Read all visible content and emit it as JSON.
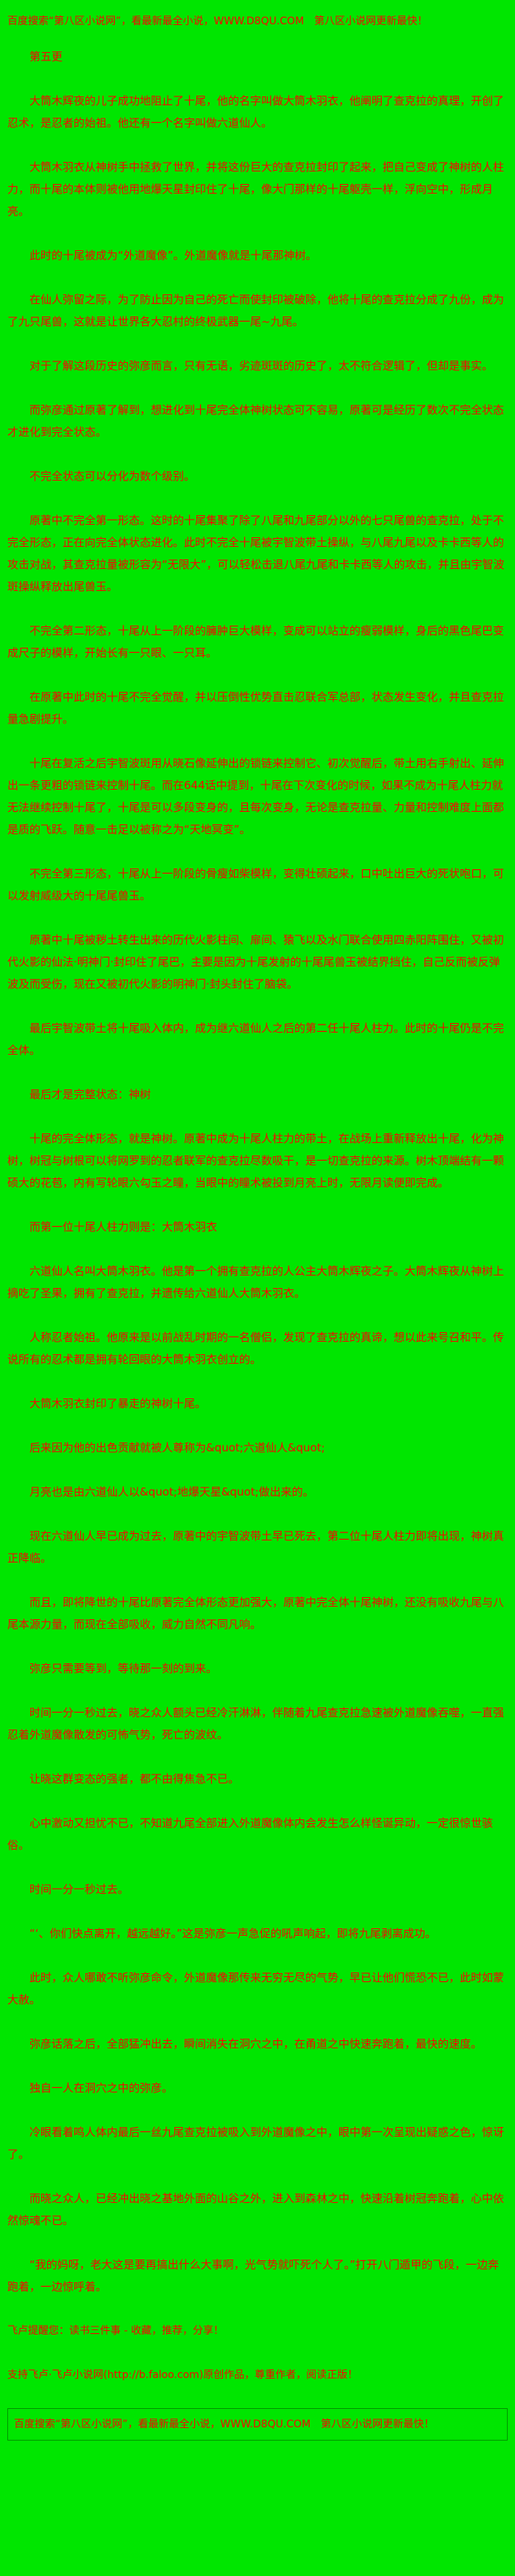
{
  "page": {
    "background_color": "#00e600",
    "text_color": "#fe0000"
  },
  "top_banner": {
    "text": "百度搜索“第八区小说网”，看最新最全小说，WWW.D8QU.COM　第八区小说网更新最快！"
  },
  "chapter": {
    "update_note": "第五更"
  },
  "content": {
    "paragraphs": [
      "大筒木辉夜的儿子成功地阻止了十尾，他的名字叫做大筒木羽衣，他阐明了查克拉的真理，开创了忍术，是忍者的始祖。他还有一个名字叫做六道仙人。",
      "大筒木羽衣从神树手中拯救了世界，并将这份巨大的查克拉封印了起来，把自己变成了神树的人柱力，而十尾的本体则被他用地爆天星封印住了十尾，像大门那样的十尾躯壳一样，浮向空中，形成月亮。",
      "此时的十尾被成为“外道魔像”。外道魔像就是十尾那神树。",
      "在仙人弥留之际，为了防止因为自己的死亡而使封印被破除，他将十尾的查克拉分成了九份，成为了九只尾兽，这就是让世界各大忍村的终极武器一尾~九尾。",
      "对于了解这段历史的弥彦而言，只有无语，劣迹斑斑的历史了，太不符合逻辑了，但却是事实。",
      "而弥彦通过原著了解到，想进化到十尾完全体神树状态可不容易，原著可是经历了数次不完全状态才进化到完全状态。",
      "不完全状态可以分化为数个级别。",
      "原著中不完全第一形态。这时的十尾集聚了除了八尾和九尾部分以外的七只尾兽的查克拉，处于不完全形态，正在向完全体状态进化。此时不完全十尾被宇智波带土操纵，与八尾九尾以及卡卡西等人的攻击对战，其查克拉量被形容为“无限大”，可以轻松击退八尾九尾和卡卡西等人的攻击，并且由宇智波斑操纵释放出尾兽玉。",
      "不完全第二形态，十尾从上一阶段的臃肿巨大模样，变成可以站立的瘦弱模样，身后的黑色尾巴变成尺子的模样，开始长有一只眼、一只耳。",
      "在原著中此时的十尾不完全觉醒，并以压倒性优势直击忍联合军总部，状态发生变化，并且查克拉量急剧提升。",
      "十尾在复活之后宇智波斑用从晓石像延伸出的锁链来控制它、初次觉醒后，带土用右手射出、延伸出一条更粗的锁链来控制十尾。而在644话中提到，十尾在下次变化的时候，如果不成为十尾人柱力就无法继续控制十尾了，十尾是可以多段变身的，且每次变身，无论是查克拉量、力量和控制难度上面都是质的飞跃。随意一击足以被称之为“天地冥变”。",
      "不完全第三形态，十尾从上一阶段的骨瘦如柴模样，变得壮硕起来，口中吐出巨大的死状咆口，可以发射威级大的十尾尾兽玉。",
      "原著中十尾被秽土转生出来的历代火影柱间、扉间、猿飞以及水门联合使用四赤阳阵围住，又被初代火影的仙法·明神门·封印住了尾巴，主要是因为十尾发射的十尾尾兽玉被结界挡住，自己反而被反弹波及而受伤，现在又被初代火影的明神门·封头封住了脑袋。",
      "最后宇智波带土将十尾吸入体内，成为继六道仙人之后的第二任十尾人柱力。此时的十尾仍是不完全体。",
      "最后才是完整状态：神树",
      "十尾的完全体形态，就是神树。原著中成为十尾人柱力的带土，在战场上重新释放出十尾，化为神树，树冠与树根可以将网罗到的忍者联军的查克拉尽数吸干，是一切查克拉的来源。树木顶端结有一颗硕大的花苞，内有写轮眼六勾玉之瞳，当眼中的瞳术被投到月亮上时，无限月读便即完成。",
      "而第一位十尾人柱力则是：大筒木羽衣",
      "六道仙人名叫大筒木羽衣。他是第一个拥有查克拉的人公主大筒木辉夜之子。大筒木辉夜从神树上摘吃了圣果，拥有了查克拉，并遗传给六道仙人大筒木羽衣。",
      "人称忍者始祖。他原来是以前战乱时期的一名僧侣，发现了查克拉的真谛，想以此来号召和平。传说所有的忍术都是拥有轮回眼的大筒木羽衣创立的。",
      "大筒木羽衣封印了暴走的神树十尾。",
      "后来因为他的出色贡献就被人尊称为&quot;六道仙人&quot;",
      "月亮也是由六道仙人以&quot;地爆天星&quot;做出来的。",
      "现在六道仙人早已成为过去，原著中的宇智波带土早已死去，第二位十尾人柱力即将出现，神树真正降临。",
      "而且，即将降世的十尾比原著完全体形态更加强大，原著中完全体十尾神树，还没有吸收九尾与八尾本源力量，而现在全部吸收，威力自然不同凡响。",
      "弥彦只需要等到，等待那一刻的到来。",
      "时间一分一秒过去，晓之众人额头已经冷汗淋淋，伴随着九尾查克拉急速被外道魔像吞噬，一直强忍着外道魔像散发的可怖气势，死亡的波纹。",
      "让晓这群变态的强者，都不由得焦急不已。",
      "心中激动又担忧不已，不知道九尾全部进入外道魔像体内会发生怎么样怪诞异动，一定很惊世骇俗。",
      "时间一分一秒过去。",
      "“‘、你们快点离开，越远越好。”这是弥彦一声急促的吼声响起，即将九尾剥离成功。",
      "此时，众人哪敢不听弥彦命令，外道魔像那传来无穷无尽的气势，早已让他们慌恐不已，此时如蒙大赦。",
      "弥彦话落之后，全部猛冲出去，瞬间消失在洞穴之中，在甬道之中快速奔跑着，最快的速度。",
      "独自一人在洞穴之中的弥彦。",
      "冷眼看着鸣人体内最后一丝九尾查克拉被吸入到外道魔像之中，眼中第一次呈现出疑惑之色，惊讶了。",
      "而晓之众人，已经冲出晓之基地外面的山谷之外，进入到森林之中，快速沿着树冠奔跑着，心中依然惊魂不已。",
      "“我的妈呀，老大这是要再搞出什么大事啊，光气势就吓死个人了。”打开八门遁甲的飞段，一边奔跑着，一边惊呼着。"
    ]
  },
  "footer": {
    "reminder": "飞卢提醒您：读书三件事 - 收藏，推荐，分享！",
    "support": "支持飞卢·飞卢小说网(http://b.faloo.com)原创作品，尊重作者，阅读正版！",
    "bottom_banner": "百度搜索“第八区小说网”，看最新最全小说，WWW.D8QU.COM　第八区小说网更新最快！"
  }
}
